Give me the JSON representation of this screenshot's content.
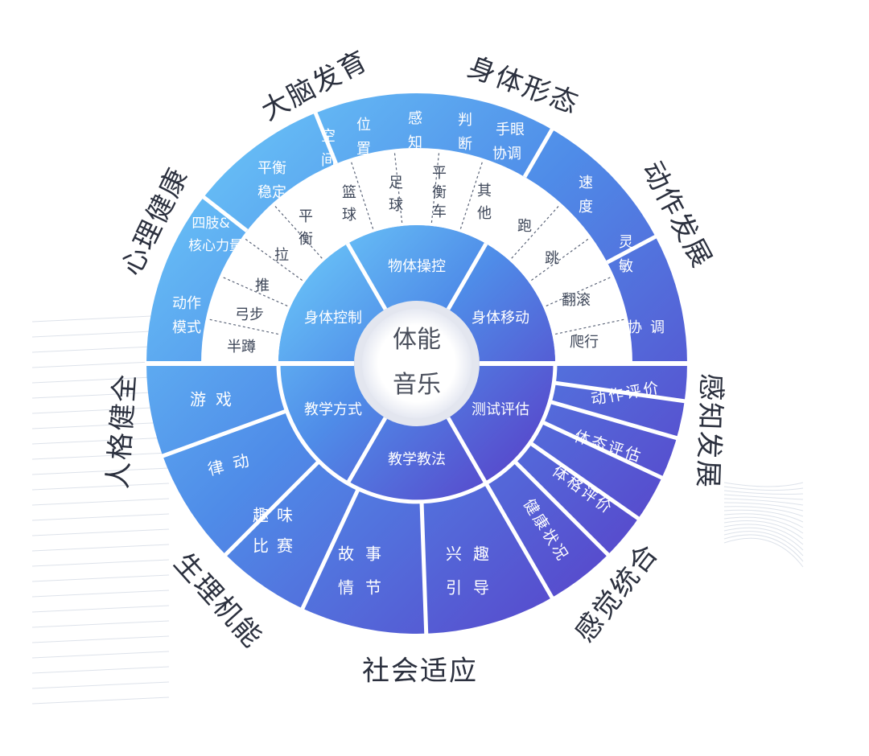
{
  "center": {
    "line1": "体能",
    "line2": "音乐"
  },
  "outer_labels": [
    {
      "id": "outer-label-brain",
      "text": "大脑发育"
    },
    {
      "id": "outer-label-body-shape",
      "text": "身体形态"
    },
    {
      "id": "outer-label-motor",
      "text": "动作发展"
    },
    {
      "id": "outer-label-perception",
      "text": "感知发展"
    },
    {
      "id": "outer-label-sensory",
      "text": "感觉统合"
    },
    {
      "id": "outer-label-social",
      "text": "社会适应"
    },
    {
      "id": "outer-label-physiology",
      "text": "生理机能"
    },
    {
      "id": "outer-label-personality",
      "text": "人格健全"
    },
    {
      "id": "outer-label-mental",
      "text": "心理健康"
    }
  ],
  "inner_sectors": [
    {
      "id": "inner-object-control",
      "text": "物体操控"
    },
    {
      "id": "inner-body-movement",
      "text": "身体移动"
    },
    {
      "id": "inner-test-eval",
      "text": "测试评估"
    },
    {
      "id": "inner-teaching-method",
      "text": "教学教法"
    },
    {
      "id": "inner-teaching-mode",
      "text": "教学方式"
    },
    {
      "id": "inner-body-control",
      "text": "身体控制"
    }
  ],
  "middle_items": [
    {
      "id": "mid-basketball",
      "text": "篮球"
    },
    {
      "id": "mid-football",
      "text": "足球"
    },
    {
      "id": "mid-balance-bike",
      "text": "平衡车"
    },
    {
      "id": "mid-other",
      "text": "其他"
    },
    {
      "id": "mid-run",
      "text": "跑"
    },
    {
      "id": "mid-jump",
      "text": "跳"
    },
    {
      "id": "mid-roll",
      "text": "翻滚"
    },
    {
      "id": "mid-crawl",
      "text": "爬行"
    },
    {
      "id": "mid-squat",
      "text": "半蹲"
    },
    {
      "id": "mid-lunge",
      "text": "弓步"
    },
    {
      "id": "mid-push",
      "text": "推"
    },
    {
      "id": "mid-pull",
      "text": "拉"
    },
    {
      "id": "mid-balance",
      "text": "平衡"
    }
  ],
  "outer_ring_items": [
    {
      "id": "ring-spatial",
      "text": "空间"
    },
    {
      "id": "ring-position",
      "text": "位置"
    },
    {
      "id": "ring-perception",
      "text": "感知"
    },
    {
      "id": "ring-judgement",
      "text": "判断"
    },
    {
      "id": "ring-hand-eye",
      "text": "手眼协调"
    },
    {
      "id": "ring-speed",
      "text": "速度"
    },
    {
      "id": "ring-agility",
      "text": "灵敏"
    },
    {
      "id": "ring-coordination",
      "text": "协调"
    },
    {
      "id": "ring-motion-eval",
      "text": "动作评价"
    },
    {
      "id": "ring-posture-eval",
      "text": "体态评估"
    },
    {
      "id": "ring-fitness-eval",
      "text": "体格评价"
    },
    {
      "id": "ring-health",
      "text": "健康状况"
    },
    {
      "id": "ring-interest",
      "text": "兴趣引导"
    },
    {
      "id": "ring-story",
      "text": "故事情节"
    },
    {
      "id": "ring-contest",
      "text": "趣味比赛"
    },
    {
      "id": "ring-rhythm",
      "text": "律动"
    },
    {
      "id": "ring-game",
      "text": "游戏"
    },
    {
      "id": "ring-motion-pattern",
      "text": "动作模式"
    },
    {
      "id": "ring-core-strength",
      "text": "四肢&核心力量"
    },
    {
      "id": "ring-balance-stable",
      "text": "平衡稳定"
    }
  ],
  "colors": {
    "gradient_start": "#63c2f8",
    "gradient_end": "#5a3cc6",
    "center_ring": "#e6e8f0",
    "divider": "#ffffff",
    "label": "#2a2f3d",
    "middle_text": "#404a5c",
    "middle_fill": "#ffffff",
    "bg_lines": "#d0d6e0"
  }
}
